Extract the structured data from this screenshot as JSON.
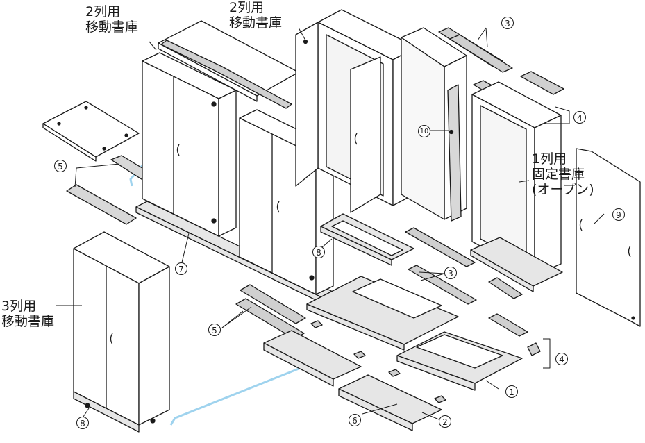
{
  "labels": {
    "mobile2_a_line1": "2列用",
    "mobile2_a_line2": "移動書庫",
    "mobile2_b_line1": "2列用",
    "mobile2_b_line2": "移動書庫",
    "mobile3_line1": "3列用",
    "mobile3_line2": "移動書庫",
    "fixed1_line1": "1列用",
    "fixed1_line2": "固定書庫",
    "fixed1_line3": "(オープン)"
  },
  "part_numbers": {
    "p1": "1",
    "p2": "2",
    "p3a": "3",
    "p3b": "3",
    "p4a": "4",
    "p4b": "4",
    "p5a": "5",
    "p5b": "5",
    "p6": "6",
    "p7": "7",
    "p8a": "8",
    "p8b": "8",
    "p9": "9",
    "p10": "10"
  },
  "colors": {
    "line": "#1a1a1a",
    "cabinet_fill": "#ffffff",
    "base_fill": "#e6e6e6",
    "rail_fill": "#d0d0d0",
    "guide_line": "#9fd3ee"
  }
}
